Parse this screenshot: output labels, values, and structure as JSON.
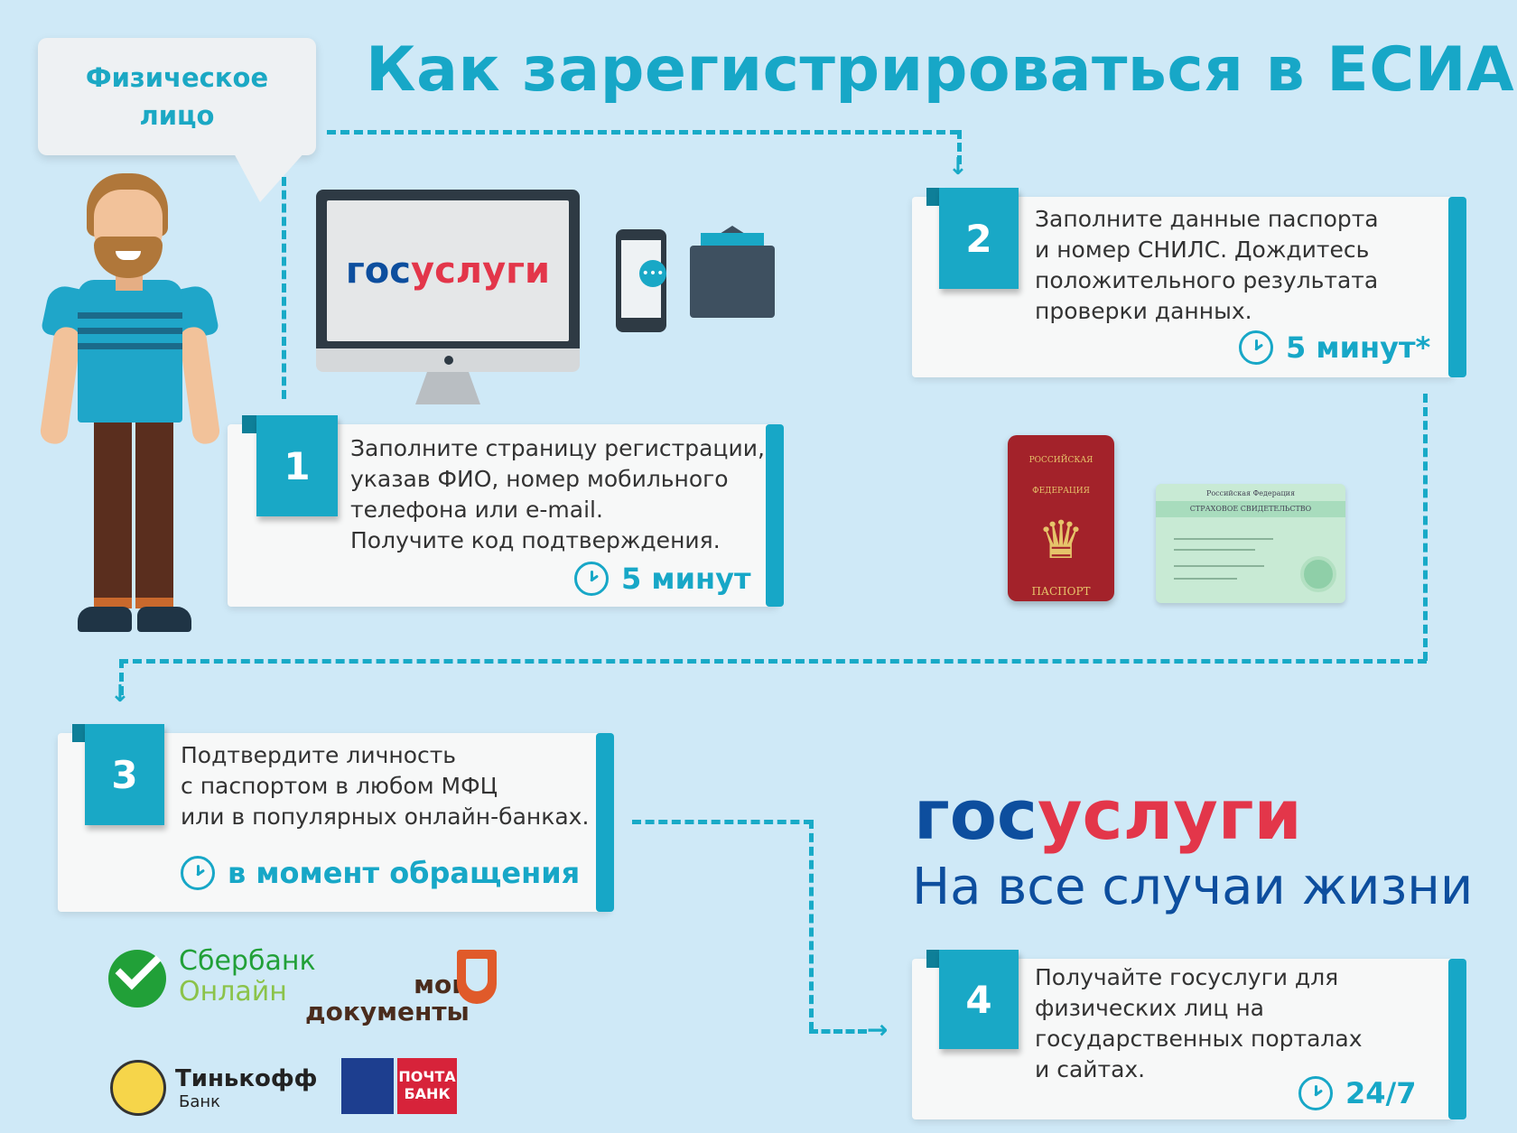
{
  "bubble": {
    "line1": "Физическое",
    "line2": "лицо"
  },
  "title": "Как зарегистрироваться в ЕСИА?",
  "monitor_logo": {
    "part1": "гос",
    "part2": "услуги"
  },
  "steps": [
    {
      "number": "1",
      "lines": [
        "Заполните страницу регистрации,",
        "указав ФИО, номер мобильного",
        "телефона или e-mail.",
        "Получите код подтверждения."
      ],
      "time": "5 минут"
    },
    {
      "number": "2",
      "lines": [
        "Заполните данные паспорта",
        "и номер СНИЛС. Дождитесь",
        "положительного результата",
        "проверки данных."
      ],
      "time": "5 минут*"
    },
    {
      "number": "3",
      "lines": [
        "Подтвердите личность",
        "с паспортом в любом МФЦ",
        "или в популярных онлайн-банках."
      ],
      "time": "в момент обращения"
    },
    {
      "number": "4",
      "lines": [
        "Получайте госуслуги для",
        "физических лиц на",
        "государственных порталах",
        "и сайтах."
      ],
      "time": "24/7"
    }
  ],
  "passport": {
    "header1": "РОССИЙСКАЯ",
    "header2": "ФЕДЕРАЦИЯ",
    "label": "ПАСПОРТ"
  },
  "snils": {
    "header": "Российская Федерация",
    "title": "СТРАХОВОЕ СВИДЕТЕЛЬСТВО"
  },
  "brand": {
    "part1": "гос",
    "part2": "услуги",
    "slogan": "На все случаи жизни"
  },
  "banks": {
    "sber_line1": "Сбербанк",
    "sber_line2": "Онлайн",
    "md_line1": "мои",
    "md_line2": "документы",
    "tinkoff": "Тинькофф",
    "tinkoff_sub": "Банк",
    "pochta_line1": "ПОЧТА",
    "pochta_line2": "БАНК"
  },
  "colors": {
    "background": "#cfe9f7",
    "accent": "#17a7c7",
    "brand_blue": "#0d4e9e",
    "brand_red": "#e3364a"
  }
}
